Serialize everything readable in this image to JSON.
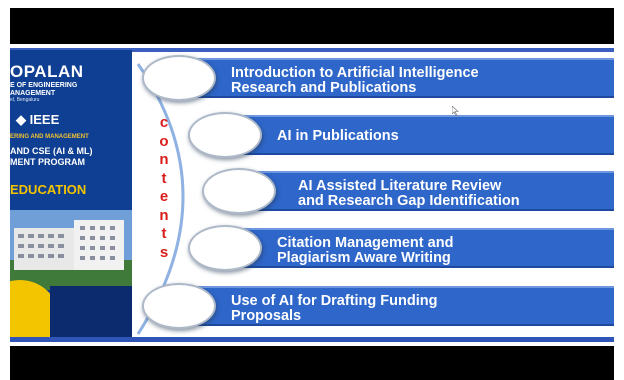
{
  "slide": {
    "banner": {
      "logo": "OPALAN",
      "sub_line_1": "E OF ENGINEERING",
      "sub_line_2": "ANAGEMENT",
      "sub_line_3": "el, Bengaluru",
      "ieee_label": "IEEE",
      "line_dept": "ERING AND MANAGEMENT",
      "line_program_1": "AND CSE (AI & ML)",
      "line_program_2": "MENT PROGRAM",
      "line_theme": "EDUCATION"
    },
    "contents_letters": [
      "c",
      "o",
      "n",
      "t",
      "e",
      "n",
      "t",
      "s"
    ],
    "items": [
      {
        "line1": "Introduction  to  Artificial Intelligence",
        "line2": "Research and Publications"
      },
      {
        "line1": "AI in Publications",
        "line2": ""
      },
      {
        "line1": "AI Assisted Literature Review",
        "line2": "and Research Gap Identification"
      },
      {
        "line1": "Citation Management and",
        "line2": "Plagiarism Aware Writing"
      },
      {
        "line1": "Use of AI for Drafting Funding",
        "line2": "Proposals"
      }
    ],
    "colors": {
      "bar_blue": "#2e66c9",
      "banner_blue": "#0f3f92",
      "contents_red": "#d81e1e",
      "accent_yellow": "#f3c400"
    }
  }
}
